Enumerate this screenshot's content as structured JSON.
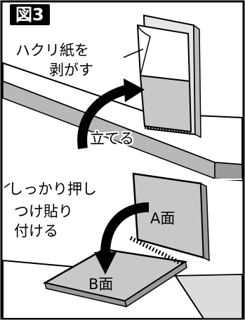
{
  "figure": {
    "label": "図3"
  },
  "top_panel": {
    "peel_label_line1": "ハクリ紙を",
    "peel_label_line2": "剥がす",
    "stand_label": "立てる"
  },
  "bottom_panel": {
    "press_label_line1": "しっかり押し",
    "press_label_line2": "つけ貼り",
    "press_label_line3": "付ける",
    "face_a_label": "A面",
    "face_b_label": "B面"
  },
  "colors": {
    "ink": "#000000",
    "panel_gray": "#c8c8c8",
    "light_gray": "#dcdcdc",
    "table_gray": "#b0b0b0",
    "background": "#ffffff"
  }
}
